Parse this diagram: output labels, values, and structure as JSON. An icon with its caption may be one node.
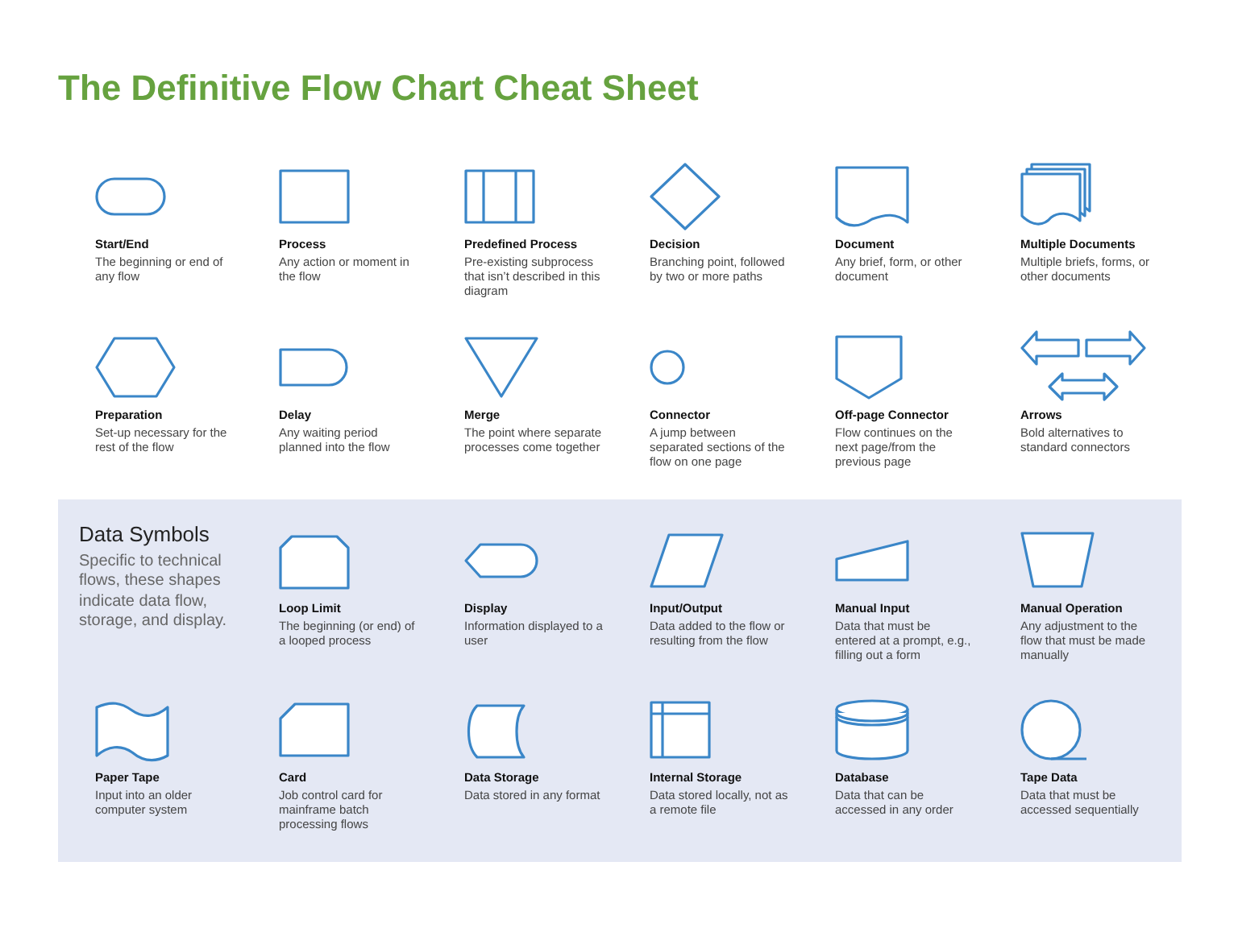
{
  "diagram": {
    "title": "The Definitive Flow Chart Cheat Sheet",
    "nodes": [
      {
        "text": [
          "Start/End",
          "The beginning or end of any flow"
        ]
      },
      {
        "text": [
          "Process",
          "Any action or moment in the flow"
        ]
      },
      {
        "text": [
          "Predefined Process",
          "Pre-existing subprocess that isn’t described in this diagram"
        ]
      },
      {
        "text": [
          "Decision",
          "Branching point, followed by two or more paths"
        ]
      },
      {
        "text": [
          "Document",
          "Any brief, form, or other document"
        ]
      },
      {
        "text": [
          "Multiple Documents",
          "Multiple briefs, forms, or other documents"
        ]
      },
      {
        "text": [
          "Preparation",
          "Set-up necessary for the rest of the flow"
        ]
      },
      {
        "text": [
          "Delay",
          "Any waiting period planned into the flow"
        ]
      },
      {
        "text": [
          "Merge",
          "The point where separate processes come together"
        ]
      },
      {
        "text": [
          "Connector",
          "A jump between separated sections of the flow on one page"
        ]
      },
      {
        "text": [
          "Off-page Connector",
          "Flow continues on the next page/from the previous page"
        ]
      },
      {
        "text": [
          "Arrows",
          "Bold alternatives to standard connectors"
        ]
      },
      {
        "text": [
          "Data Symbols",
          "Specific to technical flows, these shapes indicate data flow, storage, and display."
        ]
      },
      {
        "text": [
          "Loop Limit",
          "The beginning (or end) of a looped process"
        ],
        "in": 12
      },
      {
        "text": [
          "Display",
          "Information displayed to a user"
        ],
        "in": 12
      },
      {
        "text": [
          "Input/Output",
          "Data added to the flow or resulting from the flow"
        ],
        "in": 12
      },
      {
        "text": [
          "Manual Input",
          "Data that must be entered at a prompt, e.g., filling out a form"
        ],
        "in": 12
      },
      {
        "text": [
          "Manual Operation",
          "Any adjustment to the flow that must be made manually"
        ],
        "in": 12
      },
      {
        "text": [
          "Paper Tape",
          "Input into an older computer system"
        ],
        "in": 12
      },
      {
        "text": [
          "Card",
          "Job control card for mainframe batch processing flows"
        ],
        "in": 12
      },
      {
        "text": [
          "Data Storage",
          "Data stored in any format"
        ],
        "in": 12
      },
      {
        "text": [
          "Internal Storage",
          "Data stored locally, not as a remote file"
        ],
        "in": 12
      },
      {
        "text": [
          "Database",
          "Data that can be accessed in any order"
        ],
        "in": 12
      },
      {
        "text": [
          "Tape Data",
          "Data that must be accessed sequentially"
        ],
        "in": 12
      }
    ]
  }
}
